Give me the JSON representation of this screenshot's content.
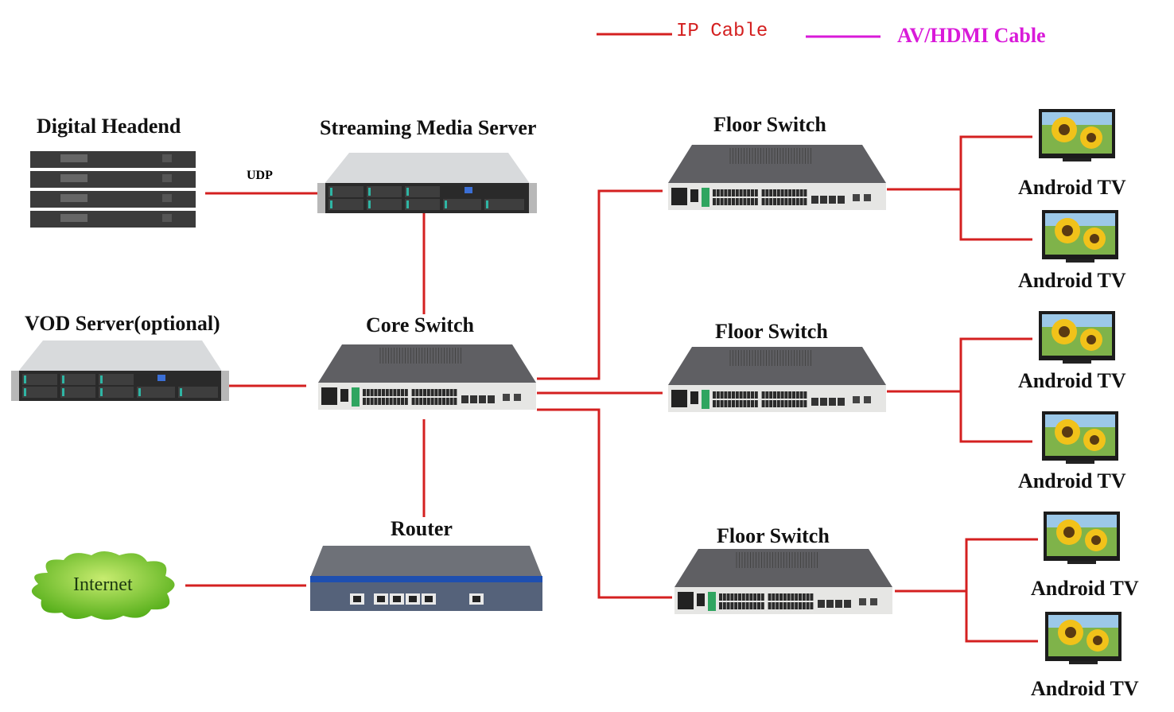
{
  "legend": {
    "ip_cable": {
      "label": "IP Cable",
      "color": "#d42020"
    },
    "av_cable": {
      "label": "AV/HDMI Cable",
      "color": "#d91ad9"
    }
  },
  "nodes": {
    "digital_headend": {
      "label": "Digital Headend"
    },
    "streaming_server": {
      "label": "Streaming Media Server"
    },
    "vod_server": {
      "label": "VOD Server(optional)"
    },
    "core_switch": {
      "label": "Core Switch"
    },
    "router": {
      "label": "Router"
    },
    "internet": {
      "label": "Internet"
    },
    "floor_switches": [
      {
        "label": "Floor Switch"
      },
      {
        "label": "Floor Switch"
      },
      {
        "label": "Floor Switch"
      }
    ],
    "tvs": [
      {
        "label": "Android TV"
      },
      {
        "label": "Android TV"
      },
      {
        "label": "Android TV"
      },
      {
        "label": "Android TV"
      },
      {
        "label": "Android TV"
      },
      {
        "label": "Android TV"
      }
    ]
  },
  "edges": {
    "headend_to_server": {
      "label": "UDP"
    }
  }
}
